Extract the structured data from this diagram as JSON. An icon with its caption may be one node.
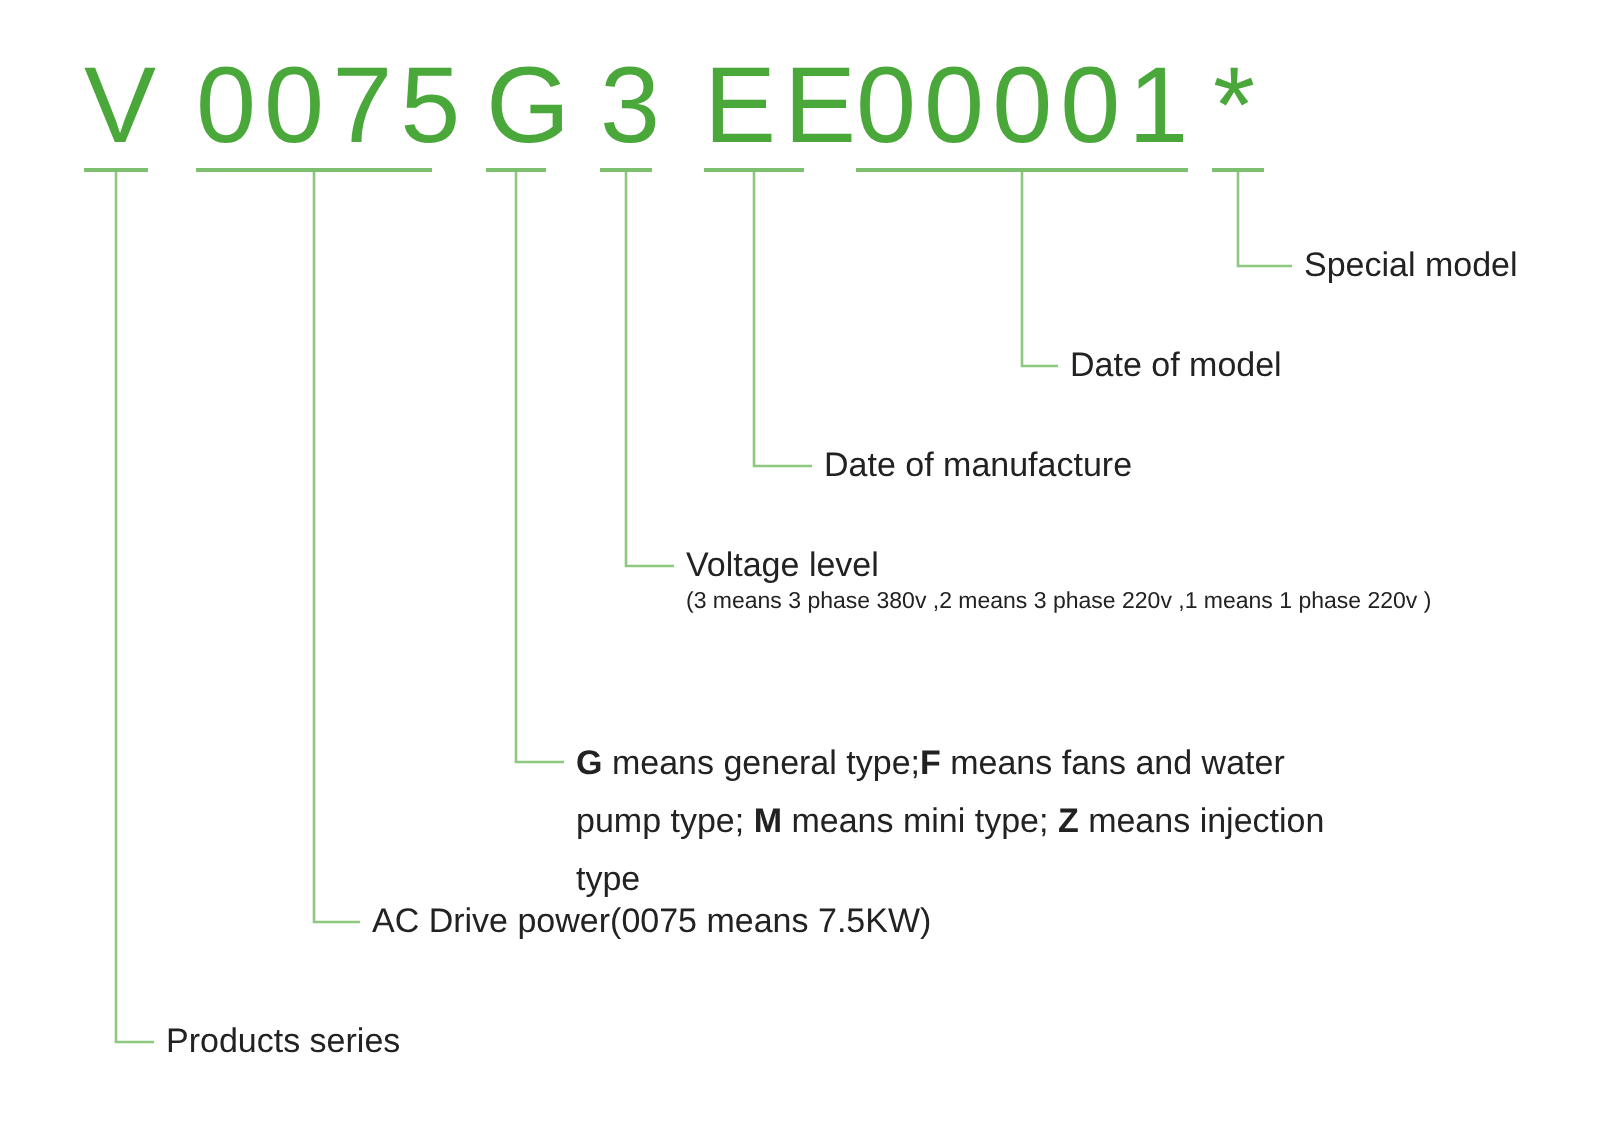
{
  "diagram": {
    "nodes": [
      {
        "text": [
          "V"
        ]
      },
      {
        "text": [
          "0075"
        ]
      },
      {
        "text": [
          "G"
        ]
      },
      {
        "text": [
          "3"
        ]
      },
      {
        "text": [
          "EE"
        ]
      },
      {
        "text": [
          "00001"
        ]
      },
      {
        "text": [
          "*"
        ]
      },
      {
        "text": [
          "Special model"
        ]
      },
      {
        "text": [
          "Date of model"
        ]
      },
      {
        "text": [
          "Date of manufacture"
        ]
      },
      {
        "text": [
          "Voltage level",
          "(3 means 3 phase 380v ,2 means 3 phase 220v ,1 means 1 phase 220v )"
        ]
      },
      {
        "text": [
          "**G** means general type;**F** means fans and water pump type; **M** means mini type; **Z** means injection type"
        ]
      },
      {
        "text": [
          "AC Drive power(0075 means 7.5KW)"
        ]
      },
      {
        "text": [
          "Products series"
        ]
      }
    ],
    "edges": [
      {
        "from": 6,
        "to": 7,
        "arrow": "none"
      },
      {
        "from": 5,
        "to": 8,
        "arrow": "none"
      },
      {
        "from": 4,
        "to": 9,
        "arrow": "none"
      },
      {
        "from": 3,
        "to": 10,
        "arrow": "none"
      },
      {
        "from": 2,
        "to": 11,
        "arrow": "none"
      },
      {
        "from": 1,
        "to": 12,
        "arrow": "none"
      },
      {
        "from": 0,
        "to": 13,
        "arrow": "none"
      }
    ]
  }
}
